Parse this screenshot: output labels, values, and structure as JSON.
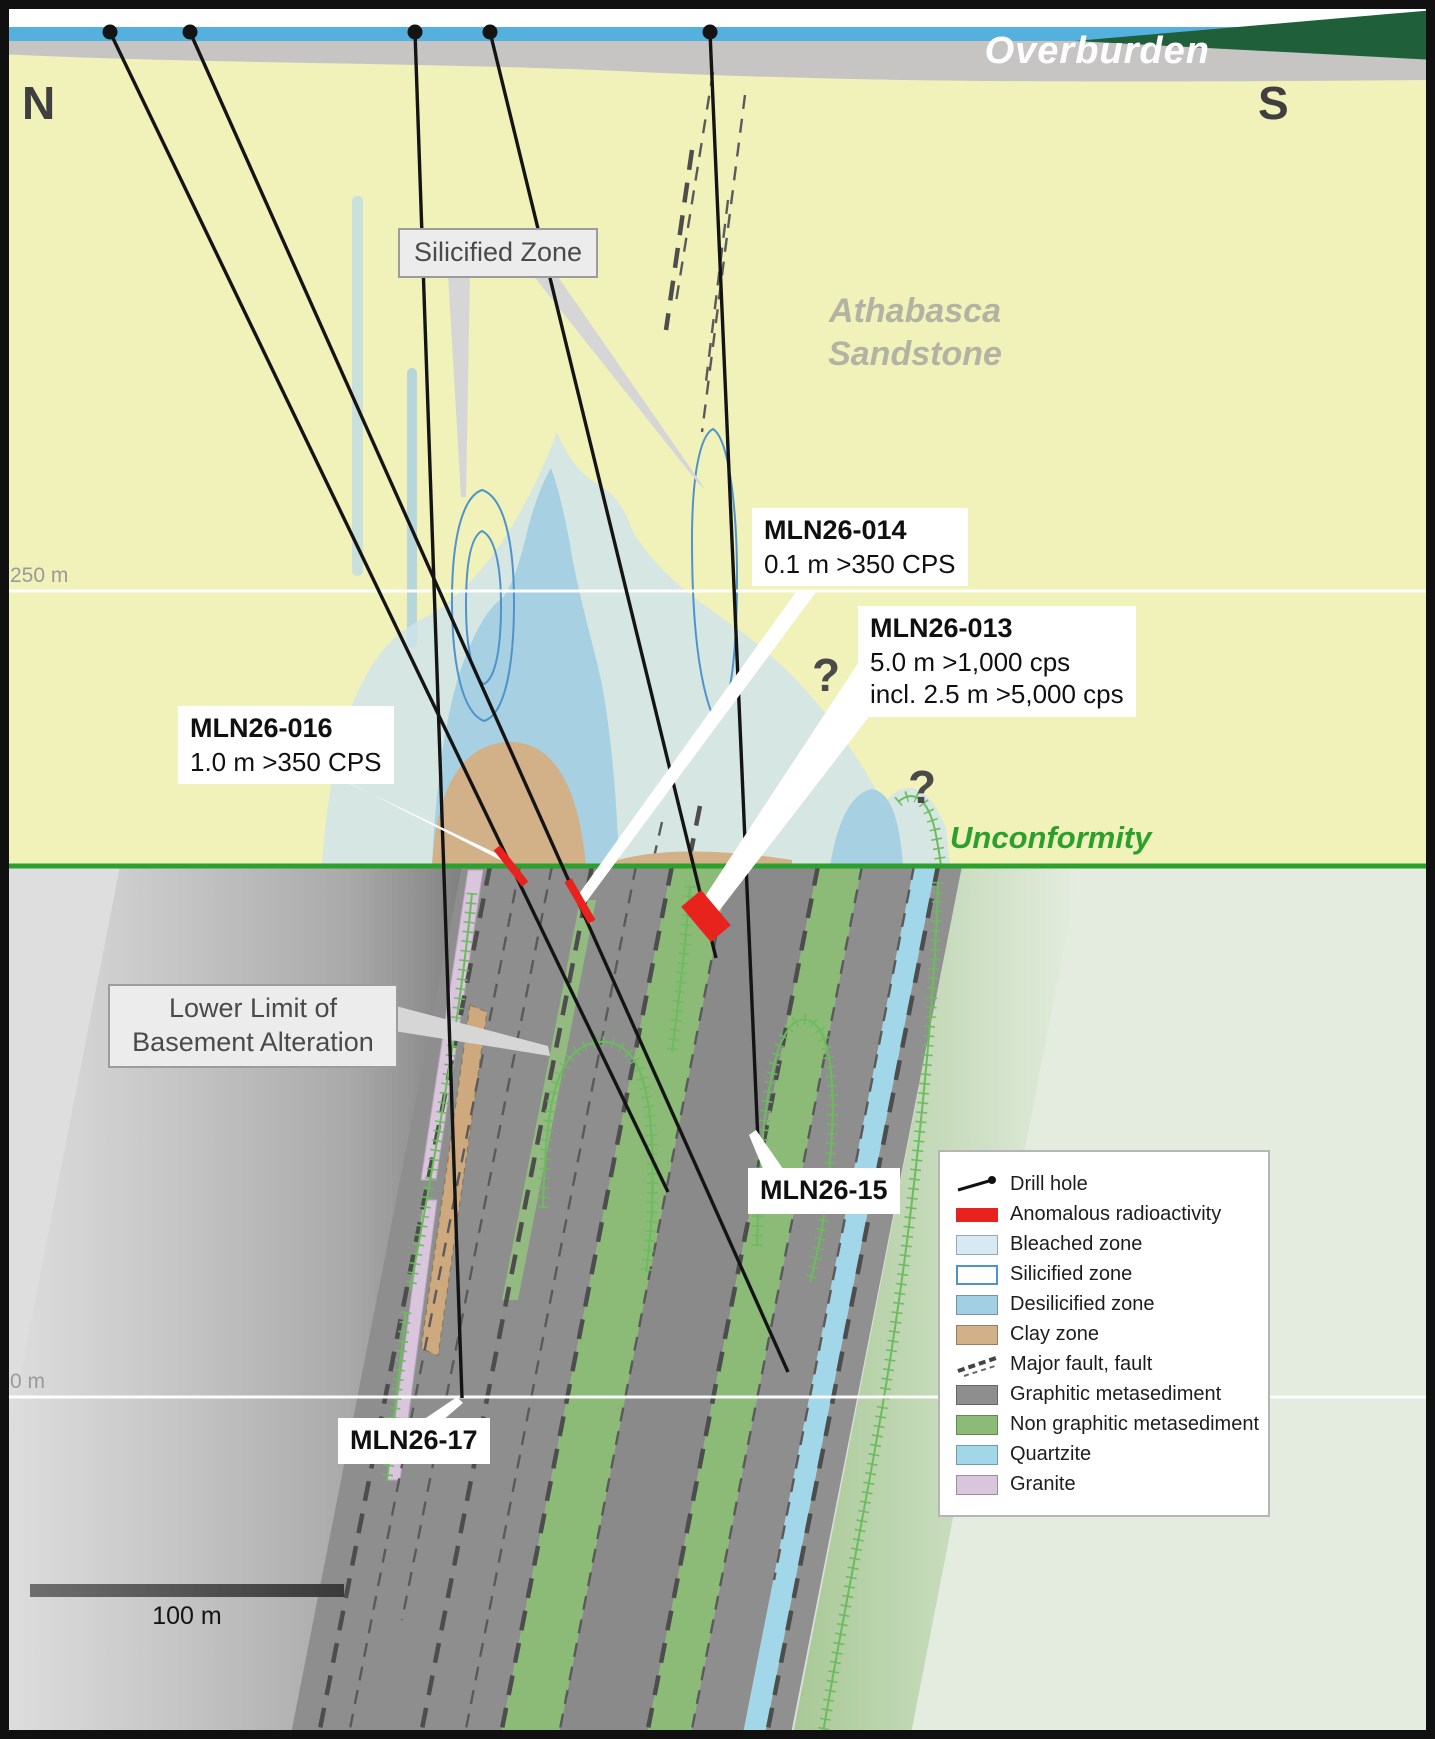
{
  "annotations": {
    "overburden": "Overburden",
    "north": "N",
    "south": "S",
    "athabasca_line1": "Athabasca",
    "athabasca_line2": "Sandstone",
    "silicified_zone": "Silicified Zone",
    "unconformity": "Unconformity",
    "lower_limit_line1": "Lower Limit of",
    "lower_limit_line2": "Basement Alteration",
    "question_mark": "?",
    "depth_250": "250 m",
    "depth_0": "0 m",
    "scale_label": "100 m"
  },
  "drill_labels": {
    "mln26_014": {
      "title": "MLN26-014",
      "interval": "0.1 m >350 CPS"
    },
    "mln26_013": {
      "title": "MLN26-013",
      "interval": "5.0 m >1,000 cps",
      "included": "incl. 2.5 m >5,000 cps"
    },
    "mln26_016": {
      "title": "MLN26-016",
      "interval": "1.0 m >350 CPS"
    },
    "mln26_15": "MLN26-15",
    "mln26_17": "MLN26-17"
  },
  "legend": {
    "items": [
      {
        "label": "Drill hole",
        "swatch": "drill-hole"
      },
      {
        "label": "Anomalous radioactivity",
        "swatch": "anomalous-radioactivity"
      },
      {
        "label": "Bleached zone",
        "swatch": "bleached"
      },
      {
        "label": "Silicified zone",
        "swatch": "silicified"
      },
      {
        "label": "Desilicified zone",
        "swatch": "desilicified"
      },
      {
        "label": "Clay zone",
        "swatch": "clay"
      },
      {
        "label": "Major fault, fault",
        "swatch": "fault"
      },
      {
        "label": "Graphitic metasediment",
        "swatch": "graphitic"
      },
      {
        "label": "Non graphitic metasediment",
        "swatch": "non-graphitic"
      },
      {
        "label": "Quartzite",
        "swatch": "quartzite"
      },
      {
        "label": "Granite",
        "swatch": "granite"
      }
    ]
  },
  "colors": {
    "sandstone": "#f1f1ba",
    "overburden_gray": "#c7c5c3",
    "surface_water_blue": "#54b0dd",
    "surface_green_wedge": "#1f5f3a",
    "unconformity_green": "#2ca02c",
    "bleached": "#cfe3ec",
    "desilicified": "#a3cfe3",
    "silicified_outline": "#4f94c8",
    "clay": "#d2b088",
    "graphitic": "#8e8e8e",
    "non_graphitic": "#8cba77",
    "quartzite": "#a2d6e9",
    "granite": "#d9c5dc",
    "anomalous_red": "#e8231e",
    "alteration_hatch_green": "#6dbb5f",
    "basement_gray": "#dedede",
    "basement_pale_green": "#e4ecdf"
  }
}
